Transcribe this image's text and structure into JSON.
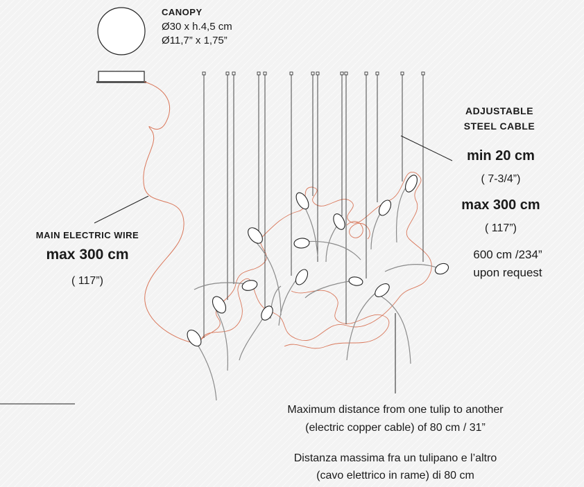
{
  "canopy": {
    "title": "CANOPY",
    "size_cm": "Ø30 x h.4,5 cm",
    "size_in": "Ø11,7” x 1,75”"
  },
  "cable": {
    "title_line1": "ADJUSTABLE",
    "title_line2": "STEEL CABLE",
    "min": "min 20 cm",
    "min_in": "( 7-3/4”)",
    "max": "max 300 cm",
    "max_in": "( 117”)",
    "request_line1": "600 cm /234”",
    "request_line2": "upon request"
  },
  "wire": {
    "title": "MAIN ELECTRIC WIRE",
    "max": "max 300 cm",
    "max_in": "( 117”)"
  },
  "distance": {
    "en_line1": "Maximum distance from one tulip to another",
    "en_line2": "(electric copper cable) of  80 cm / 31”",
    "it_line1": "Distanza massima fra un tulipano e l’altro",
    "it_line2": "(cavo elettrico in rame) di 80 cm"
  },
  "colors": {
    "line": "#1a1a1a",
    "wire": "#d9775a",
    "stem": "#9a9a9a"
  }
}
